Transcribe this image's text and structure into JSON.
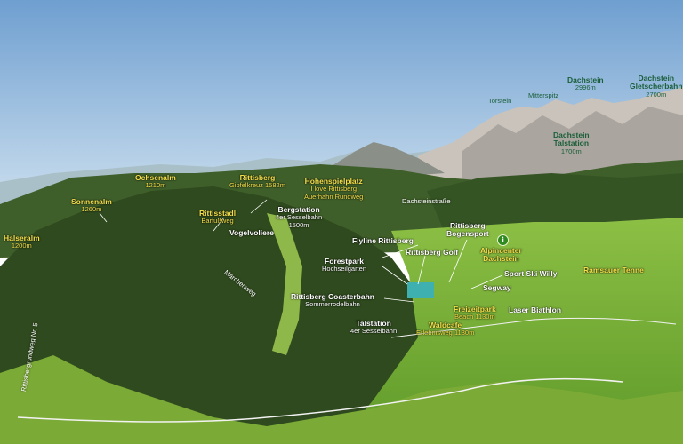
{
  "labels": {
    "halseralm": {
      "name": "Halseralm",
      "sub": "1200m"
    },
    "sonnenalm": {
      "name": "Sonnenalm",
      "sub": "1260m"
    },
    "ochsenalm": {
      "name": "Ochsenalm",
      "sub": "1210m"
    },
    "rittisberg": {
      "name": "Rittisberg",
      "sub": "Gipfelkreuz 1582m"
    },
    "hohenspielplatz": {
      "name": "Hohenspielplatz",
      "sub1": "I love Rittisberg",
      "sub2": "Auerhahn Rundweg"
    },
    "rittisstadl": {
      "name": "Rittisstadl",
      "sub": "Barfußweg"
    },
    "bergstation": {
      "name": "Bergstation",
      "sub1": "4er Sesselbahn",
      "sub2": "1500m"
    },
    "vogelvoliere": {
      "name": "Vogelvoliere"
    },
    "forestpark": {
      "name": "Forestpark",
      "sub": "Hochseilgarten"
    },
    "flyline": {
      "name": "Flyline Rittisberg"
    },
    "bogensport": {
      "name1": "Rittisberg",
      "name2": "Bogensport"
    },
    "golf": {
      "name": "Rittisberg Golf"
    },
    "alpincenter": {
      "name1": "Alpincenter",
      "name2": "Dachstein"
    },
    "skiwilly": {
      "name": "Sport Ski Willy"
    },
    "segway": {
      "name": "Segway"
    },
    "coasterbahn": {
      "name": "Rittisberg Coasterbahn",
      "sub": "Sommerrodelbahn"
    },
    "talstation_sessel": {
      "name": "Talstation",
      "sub": "4er Sesselbahn"
    },
    "freizeitpark": {
      "name": "Freizeitpark",
      "sub": "Beach 1130m"
    },
    "waldcafe": {
      "name": "Waldcafe",
      "sub": "Erlebnisweg 1130m"
    },
    "laserbiathlon": {
      "name": "Laser Biathlon"
    },
    "ramsauer_tenne": {
      "name": "Ramsauer Tenne"
    },
    "torstein": {
      "name": "Torstein"
    },
    "mitterspitz": {
      "name": "Mitterspitz"
    },
    "dachstein": {
      "name": "Dachstein",
      "sub": "2996m"
    },
    "dachstein_gletscher": {
      "name1": "Dachstein",
      "name2": "Gletscherbahn",
      "sub": "2700m"
    },
    "dachstein_talstation": {
      "name1": "Dachstein",
      "name2": "Talstation",
      "sub": "1700m"
    }
  },
  "roads": {
    "dachsteinstrasse": "Dachsteinstraße",
    "marchenweg": "Märchenweg",
    "rittisbergrundweg": "Rittisbergrundweg Nr. 5"
  },
  "info_icon": {
    "glyph": "i",
    "icon": "info-icon"
  },
  "colors": {
    "sky_top": "#6f9fd0",
    "sky_bottom": "#d6e6f2",
    "forest": "#2f4a1e",
    "meadow": "#7fb03a",
    "label_yellow": "#f4e04a",
    "label_white": "#ffffff",
    "peak_green": "#1a5e3a",
    "info_green": "#2f8a1f"
  }
}
